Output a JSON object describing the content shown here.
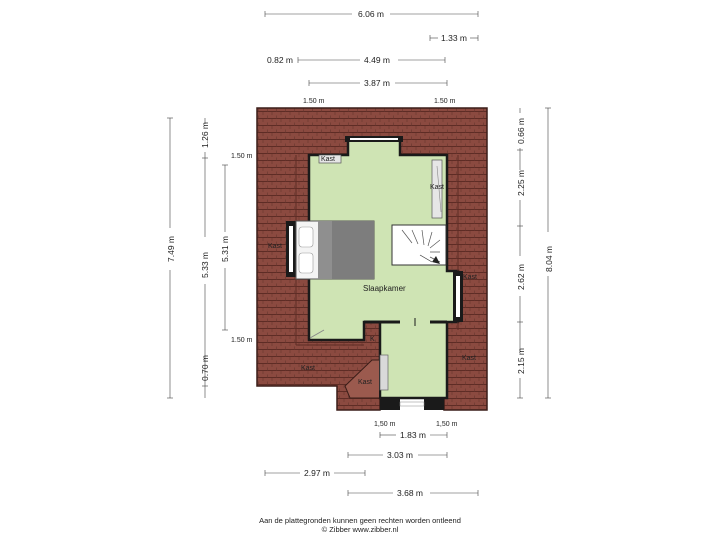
{
  "dimensions_top": {
    "total_width": "6.06 m",
    "right_segment": "1.33 m",
    "left_segment": "0.82 m",
    "middle_segment": "4.49 m",
    "inner_width": "3.87 m",
    "height_mark_left": "1.50 m",
    "height_mark_right": "1.50 m"
  },
  "dimensions_left": {
    "total_depth": "7.49 m",
    "top_segment": "1.26 m",
    "middle_segment": "5.33 m",
    "bottom_segment": "0.70 m",
    "inner_depth": "5.31 m",
    "height_mark_top": "1.50 m",
    "height_mark_bottom": "1.50 m"
  },
  "dimensions_right": {
    "top_segment": "0.66 m",
    "seg2": "2.25 m",
    "seg3": "2.62 m",
    "seg4": "2.15 m",
    "total_depth": "8.04 m"
  },
  "dimensions_bottom": {
    "height_mark_left": "1,50 m",
    "height_mark_right": "1,50 m",
    "inner_width": "1.83 m",
    "width2": "3.03 m",
    "width3": "2.97 m",
    "width4": "3.68 m"
  },
  "rooms": {
    "main_room": "Slaapkamer",
    "kast_top": "Kast",
    "kast_right_top": "Kast",
    "kast_left": "Kast",
    "kast_right_mid": "Kast",
    "kast_bottom_left": "Kast",
    "kast_bottom_mid": "Kast",
    "kast_small": "K",
    "kast_bottom_right": "Kast"
  },
  "footer": {
    "disclaimer": "Aan de plattegronden kunnen geen rechten worden ontleend",
    "copyright": "© Zibber www.zibber.nl"
  },
  "colors": {
    "roof": "#8b4a40",
    "roof_line": "#5e2c25",
    "floor": "#cfe4b4",
    "wall": "#1a1a1a",
    "bed": "#7d7d7d"
  }
}
